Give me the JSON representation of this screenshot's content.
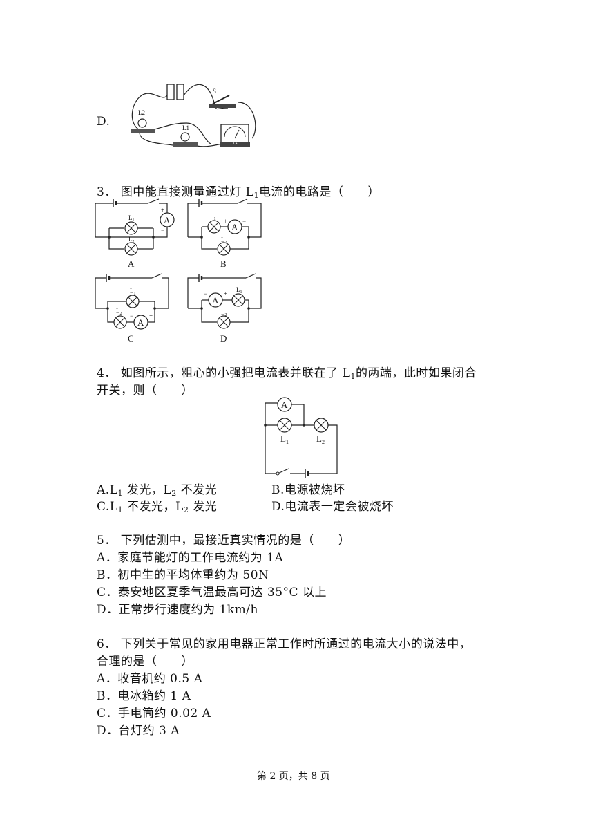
{
  "q2": {
    "option_d_label": "D."
  },
  "q2_figure": {
    "switch_label": "S",
    "lamp2_label": "L2",
    "lamp1_label": "L1",
    "meter_terminal": "A"
  },
  "q3": {
    "number": "3．",
    "stem_before": "图中能直接测量通过灯 L",
    "stem_sub": "1",
    "stem_after": "电流的电路是（　　）",
    "diagrams": [
      {
        "label": "A",
        "lamp_top": "L",
        "lamp_top_sub": "1",
        "lamp_bottom": "L",
        "lamp_bottom_sub": "2",
        "meter": "A",
        "plus": "+",
        "minus": "−"
      },
      {
        "label": "B",
        "lamp_top": "L",
        "lamp_top_sub": "1",
        "lamp_bottom": "L",
        "lamp_bottom_sub": "2",
        "meter": "A",
        "plus": "+",
        "minus": "−"
      },
      {
        "label": "C",
        "lamp_top": "L",
        "lamp_top_sub": "1",
        "lamp_bottom": "L",
        "lamp_bottom_sub": "2",
        "meter": "A",
        "plus": "+",
        "minus": "−"
      },
      {
        "label": "D",
        "lamp_top": "L",
        "lamp_top_sub": "1",
        "lamp_bottom": "L",
        "lamp_bottom_sub": "2",
        "meter": "A",
        "plus": "+",
        "minus": "−"
      }
    ]
  },
  "q4": {
    "number": "4．",
    "line1_before": "如图所示，粗心的小强把电流表并联在了 L",
    "line1_sub": "1",
    "line1_after": "的两端，此时如果闭合",
    "line2": "开关，则（　　）",
    "figure": {
      "meter": "A",
      "lamp1": "L",
      "lamp1_sub": "1",
      "lamp2": "L",
      "lamp2_sub": "2"
    },
    "options": {
      "A_before": "A.L",
      "A_sub1": "1",
      "A_mid": " 发光，L",
      "A_sub2": "2",
      "A_after": " 不发光",
      "B": "B.电源被烧坏",
      "C_before": "C.L",
      "C_sub1": "1",
      "C_mid": " 不发光，L",
      "C_sub2": "2",
      "C_after": " 发光",
      "D": "D.电流表一定会被烧坏"
    }
  },
  "q5": {
    "number": "5．",
    "stem": "下列估测中，最接近真实情况的是（　　）",
    "options": [
      "A．家庭节能灯的工作电流约为 1A",
      "B．初中生的平均体重约为 50N",
      "C．泰安地区夏季气温最高可达 35°C 以上",
      "D．正常步行速度约为 1km/h"
    ]
  },
  "q6": {
    "number": "6．",
    "stem_line1": "下列关于常见的家用电器正常工作时所通过的电流大小的说法中，",
    "stem_line2": "合理的是（　　）",
    "options": [
      "A．收音机约 0.5 A",
      "B．电冰箱约 1 A",
      "C．手电筒约 0.02 A",
      "D．台灯约 3 A"
    ]
  },
  "footer": {
    "text": "第 2 页，共 8 页"
  }
}
